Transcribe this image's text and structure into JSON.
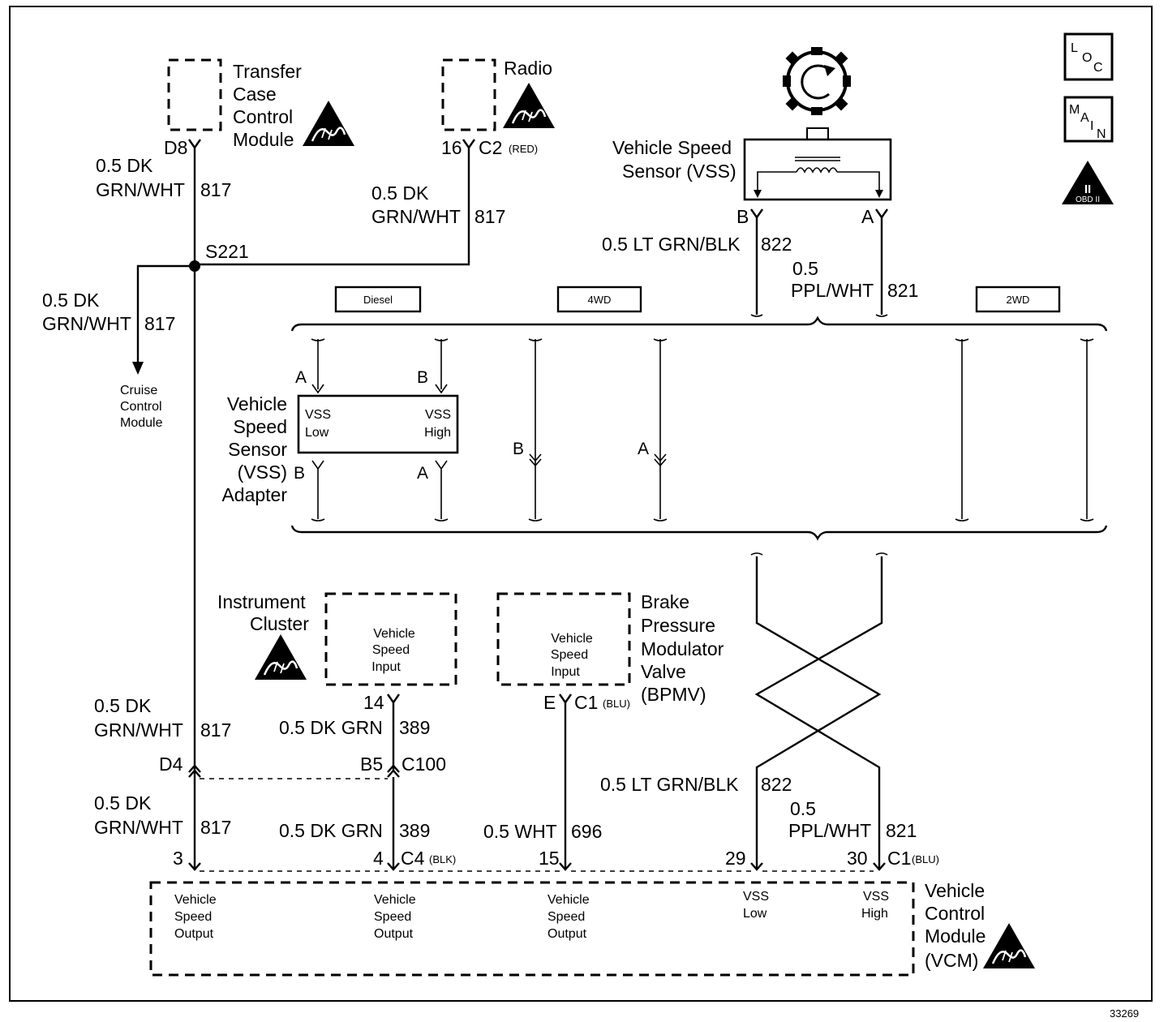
{
  "transfer_case": {
    "name_line1": "Transfer",
    "name_line2": "Case",
    "name_line3": "Control",
    "name_line4": "Module",
    "pin": "D8",
    "wire_size": "0.5 DK",
    "wire_color": "GRN/WHT",
    "circuit": "817"
  },
  "radio": {
    "name": "Radio",
    "pin": "16",
    "connector": "C2",
    "connector_color": "(RED)",
    "wire_size": "0.5 DK",
    "wire_color": "GRN/WHT",
    "circuit": "817"
  },
  "vss_sensor": {
    "name_line1": "Vehicle Speed",
    "name_line2": "Sensor (VSS)",
    "pin_b": "B",
    "pin_a": "A",
    "wire_b": "0.5 LT GRN/BLK",
    "circuit_b": "822",
    "wire_a_size": "0.5",
    "wire_a_color": "PPL/WHT",
    "circuit_a": "821"
  },
  "splice": {
    "name": "S221"
  },
  "cruise_branch": {
    "wire_size": "0.5 DK",
    "wire_color": "GRN/WHT",
    "circuit": "817",
    "dest_line1": "Cruise",
    "dest_line2": "Control",
    "dest_line3": "Module"
  },
  "options": {
    "diesel": "Diesel",
    "fourwd": "4WD",
    "twowd": "2WD"
  },
  "vss_adapter": {
    "name_line1": "Vehicle",
    "name_line2": "Speed",
    "name_line3": "Sensor",
    "name_line4": "(VSS)",
    "name_line5": "Adapter",
    "low_line1": "VSS",
    "low_line2": "Low",
    "high_line1": "VSS",
    "high_line2": "High",
    "top_pin_a": "A",
    "top_pin_b": "B",
    "bottom_pin_b": "B",
    "bottom_pin_a": "A"
  },
  "fourwd_pins": {
    "b": "B",
    "a": "A"
  },
  "instrument_cluster": {
    "name_line1": "Instrument",
    "name_line2": "Cluster",
    "input_line1": "Vehicle",
    "input_line2": "Speed",
    "input_line3": "Input",
    "pin": "14",
    "wire": "0.5 DK GRN",
    "circuit": "389"
  },
  "bpmv": {
    "name_line1": "Brake",
    "name_line2": "Pressure",
    "name_line3": "Modulator",
    "name_line4": "Valve",
    "name_line5": "(BPMV)",
    "input_line1": "Vehicle",
    "input_line2": "Speed",
    "input_line3": "Input",
    "pin": "E",
    "connector": "C1",
    "connector_color": "(BLU)"
  },
  "c100": {
    "pin_d4": "D4",
    "pin_b5": "B5",
    "connector": "C100"
  },
  "left_wire_upper": {
    "wire_size": "0.5 DK",
    "wire_color": "GRN/WHT",
    "circuit": "817"
  },
  "left_wire_lower": {
    "wire_size": "0.5 DK",
    "wire_color": "GRN/WHT",
    "circuit": "817"
  },
  "mid_wire_lower": {
    "wire": "0.5 DK GRN",
    "circuit": "389"
  },
  "wht_wire": {
    "wire": "0.5 WHT",
    "circuit": "696"
  },
  "vcm_wire_822": {
    "wire": "0.5 LT GRN/BLK",
    "circuit": "822"
  },
  "vcm_wire_821": {
    "wire_size": "0.5",
    "wire_color": "PPL/WHT",
    "circuit": "821"
  },
  "vcm_pins": {
    "p3": "3",
    "p4": "4",
    "c4": "C4",
    "c4_color": "(BLK)",
    "p15": "15",
    "p29": "29",
    "p30": "30",
    "c1": "C1",
    "c1_color": "(BLU)"
  },
  "vcm": {
    "name_line1": "Vehicle",
    "name_line2": "Control",
    "name_line3": "Module",
    "name_line4": "(VCM)",
    "out1_line1": "Vehicle",
    "out1_line2": "Speed",
    "out1_line3": "Output",
    "out2_line1": "Vehicle",
    "out2_line2": "Speed",
    "out2_line3": "Output",
    "out3_line1": "Vehicle",
    "out3_line2": "Speed",
    "out3_line3": "Output",
    "low_line1": "VSS",
    "low_line2": "Low",
    "high_line1": "VSS",
    "high_line2": "High"
  },
  "badges": {
    "loc_l": "L",
    "loc_o": "O",
    "loc_c": "C",
    "main_m": "M",
    "main_a": "A",
    "main_i": "I",
    "main_n": "N",
    "obd_ii": "II",
    "obd_text": "OBD II"
  },
  "figure_number": "33269",
  "icons": [
    "esd-sensitive-icon",
    "loc-icon",
    "main-icon",
    "obd-ii-icon",
    "vss-rotor-icon",
    "sensor-coil-icon"
  ]
}
